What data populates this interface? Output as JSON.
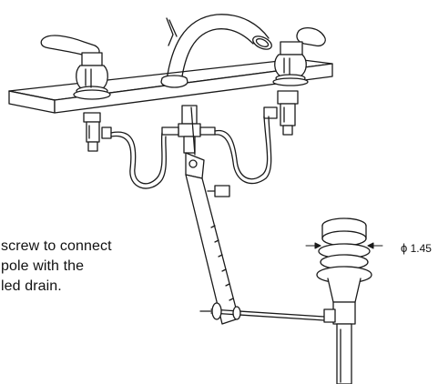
{
  "caption": {
    "lines": [
      "screw to connect",
      "pole with the",
      "led drain."
    ]
  },
  "dimension": {
    "symbol": "ϕ",
    "value": "1.45"
  }
}
